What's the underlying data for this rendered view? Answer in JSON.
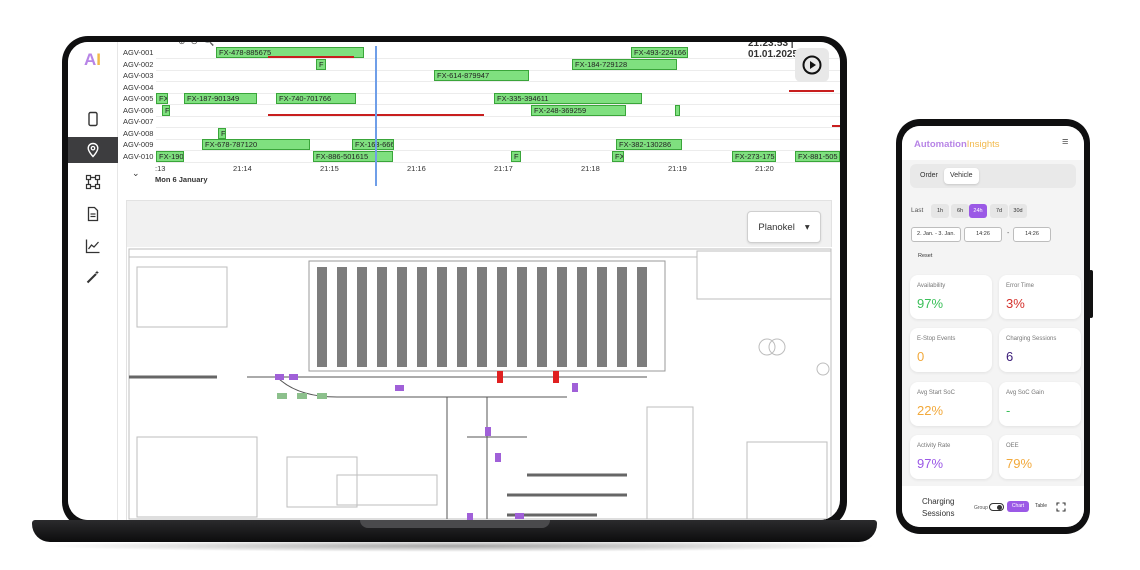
{
  "laptop": {
    "logo": {
      "part1": "A",
      "part2": "I"
    },
    "nav": [
      "phone-icon",
      "location-pin-icon",
      "vector-square-icon",
      "document-icon",
      "line-chart-icon",
      "magic-wand-icon"
    ],
    "header_clock": "21:23:53 | 01.01.2025",
    "timeline": {
      "rows": [
        "AGV-001",
        "AGV-002",
        "AGV-003",
        "AGV-004",
        "AGV-005",
        "AGV-006",
        "AGV-007",
        "AGV-008",
        "AGV-009",
        "AGV-010"
      ],
      "bars": [
        {
          "row": 0,
          "label": "FX-478-885675"
        },
        {
          "row": 0,
          "label": "FX-493-224166"
        },
        {
          "row": 1,
          "label": "F"
        },
        {
          "row": 1,
          "label": "FX-184-729128"
        },
        {
          "row": 2,
          "label": "FX-614-879947"
        },
        {
          "row": 4,
          "label": "FX"
        },
        {
          "row": 4,
          "label": "FX-187-901349"
        },
        {
          "row": 4,
          "label": "FX-740-701766"
        },
        {
          "row": 4,
          "label": "FX-335-394611"
        },
        {
          "row": 5,
          "label": "F"
        },
        {
          "row": 5,
          "label": "FX-248-369259"
        },
        {
          "row": 5,
          "label": ""
        },
        {
          "row": 7,
          "label": "F"
        },
        {
          "row": 8,
          "label": "FX-678-787120"
        },
        {
          "row": 8,
          "label": "FX-163-666"
        },
        {
          "row": 8,
          "label": "FX-382-130286"
        },
        {
          "row": 9,
          "label": "FX-190"
        },
        {
          "row": 9,
          "label": "FX-886-501615"
        },
        {
          "row": 9,
          "label": "F"
        },
        {
          "row": 9,
          "label": "FX"
        },
        {
          "row": 9,
          "label": "FX-273-175"
        },
        {
          "row": 9,
          "label": "FX-881-505"
        }
      ],
      "ticks": [
        ":13",
        "21:14",
        "21:15",
        "21:16",
        "21:17",
        "21:18",
        "21:19",
        "21:20"
      ],
      "date": "Mon 6 January"
    },
    "map": {
      "dropdown_label": "Planokel"
    }
  },
  "phone": {
    "logo": {
      "part1": "Automation",
      "part2": "Insights"
    },
    "tabs": [
      "Order",
      "Vehicle"
    ],
    "active_tab": "Vehicle",
    "last_label": "Last",
    "ranges": [
      "1h",
      "6h",
      "24h",
      "7d",
      "30d"
    ],
    "active_range": "24h",
    "date_range": "2. Jan. - 3. Jan.",
    "time_from": "14:26",
    "time_to": "14:26",
    "time_separator": "-",
    "reset_label": "Reset",
    "metrics": [
      {
        "label": "Availability",
        "value": "97%",
        "color": "#3cc05a"
      },
      {
        "label": "Error Time",
        "value": "3%",
        "color": "#d4302b"
      },
      {
        "label": "E-Stop Events",
        "value": "0",
        "color": "#f2a93b"
      },
      {
        "label": "Charging Sessions",
        "value": "6",
        "color": "#3a1b78"
      },
      {
        "label": "Avg Start SoC",
        "value": "22%",
        "color": "#f2a93b"
      },
      {
        "label": "Avg SoC Gain",
        "value": "-",
        "color": "#3cc05a"
      },
      {
        "label": "Activity Rate",
        "value": "97%",
        "color": "#9b59e6"
      },
      {
        "label": "OEE",
        "value": "79%",
        "color": "#f2a93b"
      }
    ],
    "footer": {
      "title": "Charging Sessions",
      "group_label": "Group",
      "chart_label": "Chart",
      "table_label": "Table"
    }
  },
  "colors": {
    "accent_purple": "#9b59e6",
    "accent_orange": "#f2b94a",
    "bar_green": "#7fe07f",
    "alarm_red": "#c81e1e"
  }
}
